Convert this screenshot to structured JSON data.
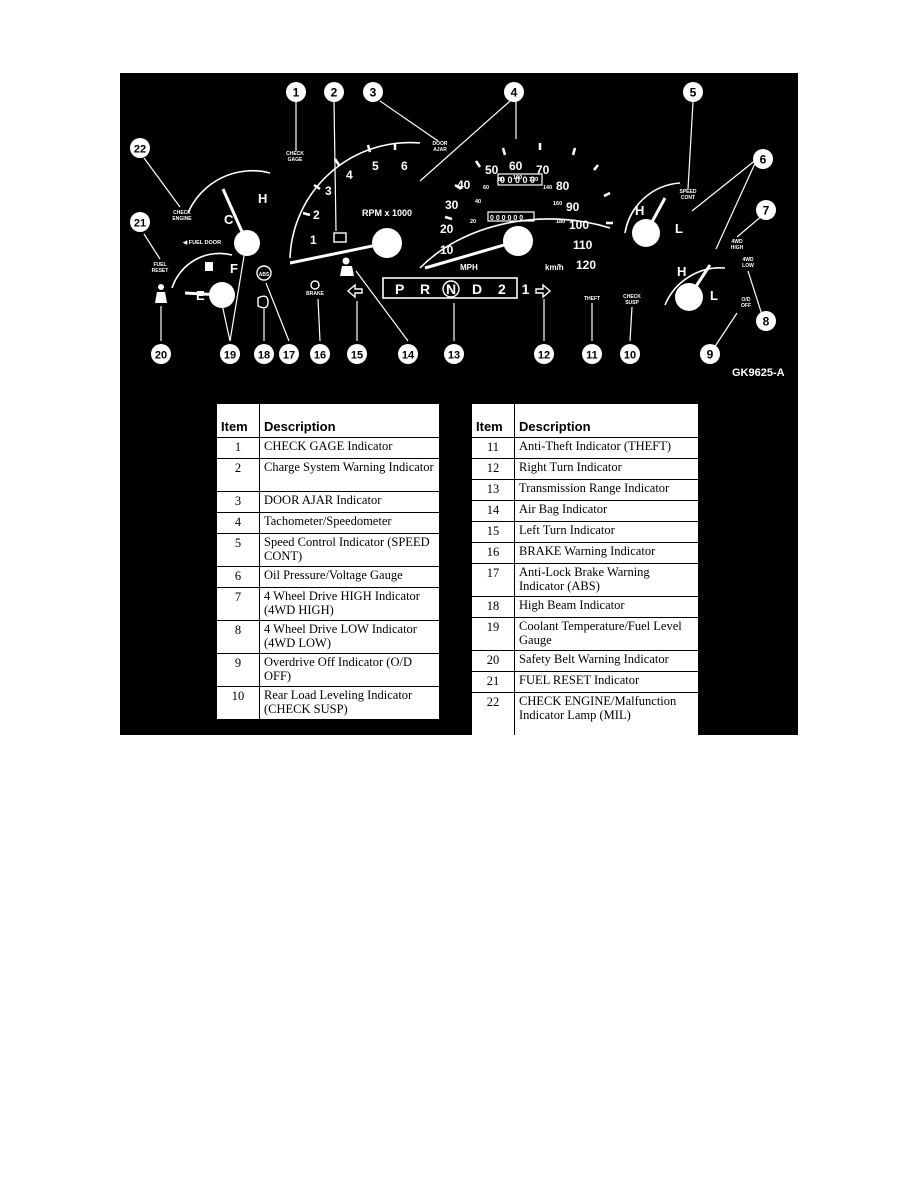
{
  "figure": {
    "code": "GK9625-A",
    "callouts": [
      "1",
      "2",
      "3",
      "4",
      "5",
      "6",
      "7",
      "8",
      "9",
      "10",
      "11",
      "12",
      "13",
      "14",
      "15",
      "16",
      "17",
      "18",
      "19",
      "20",
      "21",
      "22"
    ],
    "labels": {
      "check_gage": [
        "CHECK",
        "GAGE"
      ],
      "door_ajar": [
        "DOOR",
        "AJAR"
      ],
      "check_engine": [
        "CHECK",
        "ENGINE"
      ],
      "fuel_door": "◀ FUEL DOOR",
      "fuel_reset": [
        "FUEL",
        "RESET"
      ],
      "speed_cont": [
        "SPEED",
        "CONT"
      ],
      "4wd_high": [
        "4WD",
        "HIGH"
      ],
      "4wd_low": [
        "4WD",
        "LOW"
      ],
      "od_off": [
        "O/D",
        "OFF"
      ],
      "theft": "THEFT",
      "check_susp": [
        "CHECK",
        "SUSP"
      ],
      "brake": "BRAKE",
      "rpm": "RPM x 1000",
      "mph": "MPH",
      "kmh": "km/h",
      "gear_range": "P R N D 2 1",
      "tach_numbers": [
        "1",
        "2",
        "3",
        "4",
        "5",
        "6"
      ],
      "speed_numbers": [
        "10",
        "20",
        "30",
        "40",
        "50",
        "60",
        "70",
        "80",
        "90",
        "100",
        "110",
        "120"
      ],
      "kmh_numbers": [
        "20",
        "40",
        "60",
        "80",
        "100",
        "120",
        "140",
        "160",
        "180"
      ],
      "odometer": "0 0 0 0 0",
      "trip": "0 0 0 0 0 0",
      "coolant": [
        "C",
        "H"
      ],
      "fuel": [
        "E",
        "F"
      ],
      "oil": [
        "H",
        "L"
      ],
      "volt": [
        "H",
        "L"
      ],
      "abs": "ABS"
    }
  },
  "table_left": {
    "headers": [
      "Item",
      "Description"
    ],
    "rows": [
      {
        "item": "1",
        "description": "CHECK GAGE Indicator"
      },
      {
        "item": "2",
        "description": "Charge System Warning Indicator"
      },
      {
        "item": "3",
        "description": "DOOR AJAR Indicator"
      },
      {
        "item": "4",
        "description": "Tachometer/Speedometer"
      },
      {
        "item": "5",
        "description": "Speed Control Indicator (SPEED CONT)"
      },
      {
        "item": "6",
        "description": "Oil Pressure/Voltage Gauge"
      },
      {
        "item": "7",
        "description": "4 Wheel Drive HIGH Indicator (4WD HIGH)"
      },
      {
        "item": "8",
        "description": "4 Wheel Drive LOW Indicator (4WD LOW)"
      },
      {
        "item": "9",
        "description": "Overdrive Off Indicator (O/D OFF)"
      },
      {
        "item": "10",
        "description": "Rear Load Leveling Indicator (CHECK SUSP)"
      }
    ]
  },
  "table_right": {
    "headers": [
      "Item",
      "Description"
    ],
    "rows": [
      {
        "item": "11",
        "description": "Anti-Theft Indicator (THEFT)"
      },
      {
        "item": "12",
        "description": "Right Turn Indicator"
      },
      {
        "item": "13",
        "description": "Transmission Range Indicator"
      },
      {
        "item": "14",
        "description": "Air Bag Indicator"
      },
      {
        "item": "15",
        "description": "Left Turn Indicator"
      },
      {
        "item": "16",
        "description": "BRAKE Warning Indicator"
      },
      {
        "item": "17",
        "description": "Anti-Lock Brake Warning Indicator (ABS)"
      },
      {
        "item": "18",
        "description": "High Beam Indicator"
      },
      {
        "item": "19",
        "description": "Coolant Temperature/Fuel Level Gauge"
      },
      {
        "item": "20",
        "description": "Safety Belt Warning Indicator"
      },
      {
        "item": "21",
        "description": "FUEL RESET Indicator"
      },
      {
        "item": "22",
        "description": "CHECK ENGINE/Malfunction Indicator Lamp (MIL)"
      }
    ]
  }
}
